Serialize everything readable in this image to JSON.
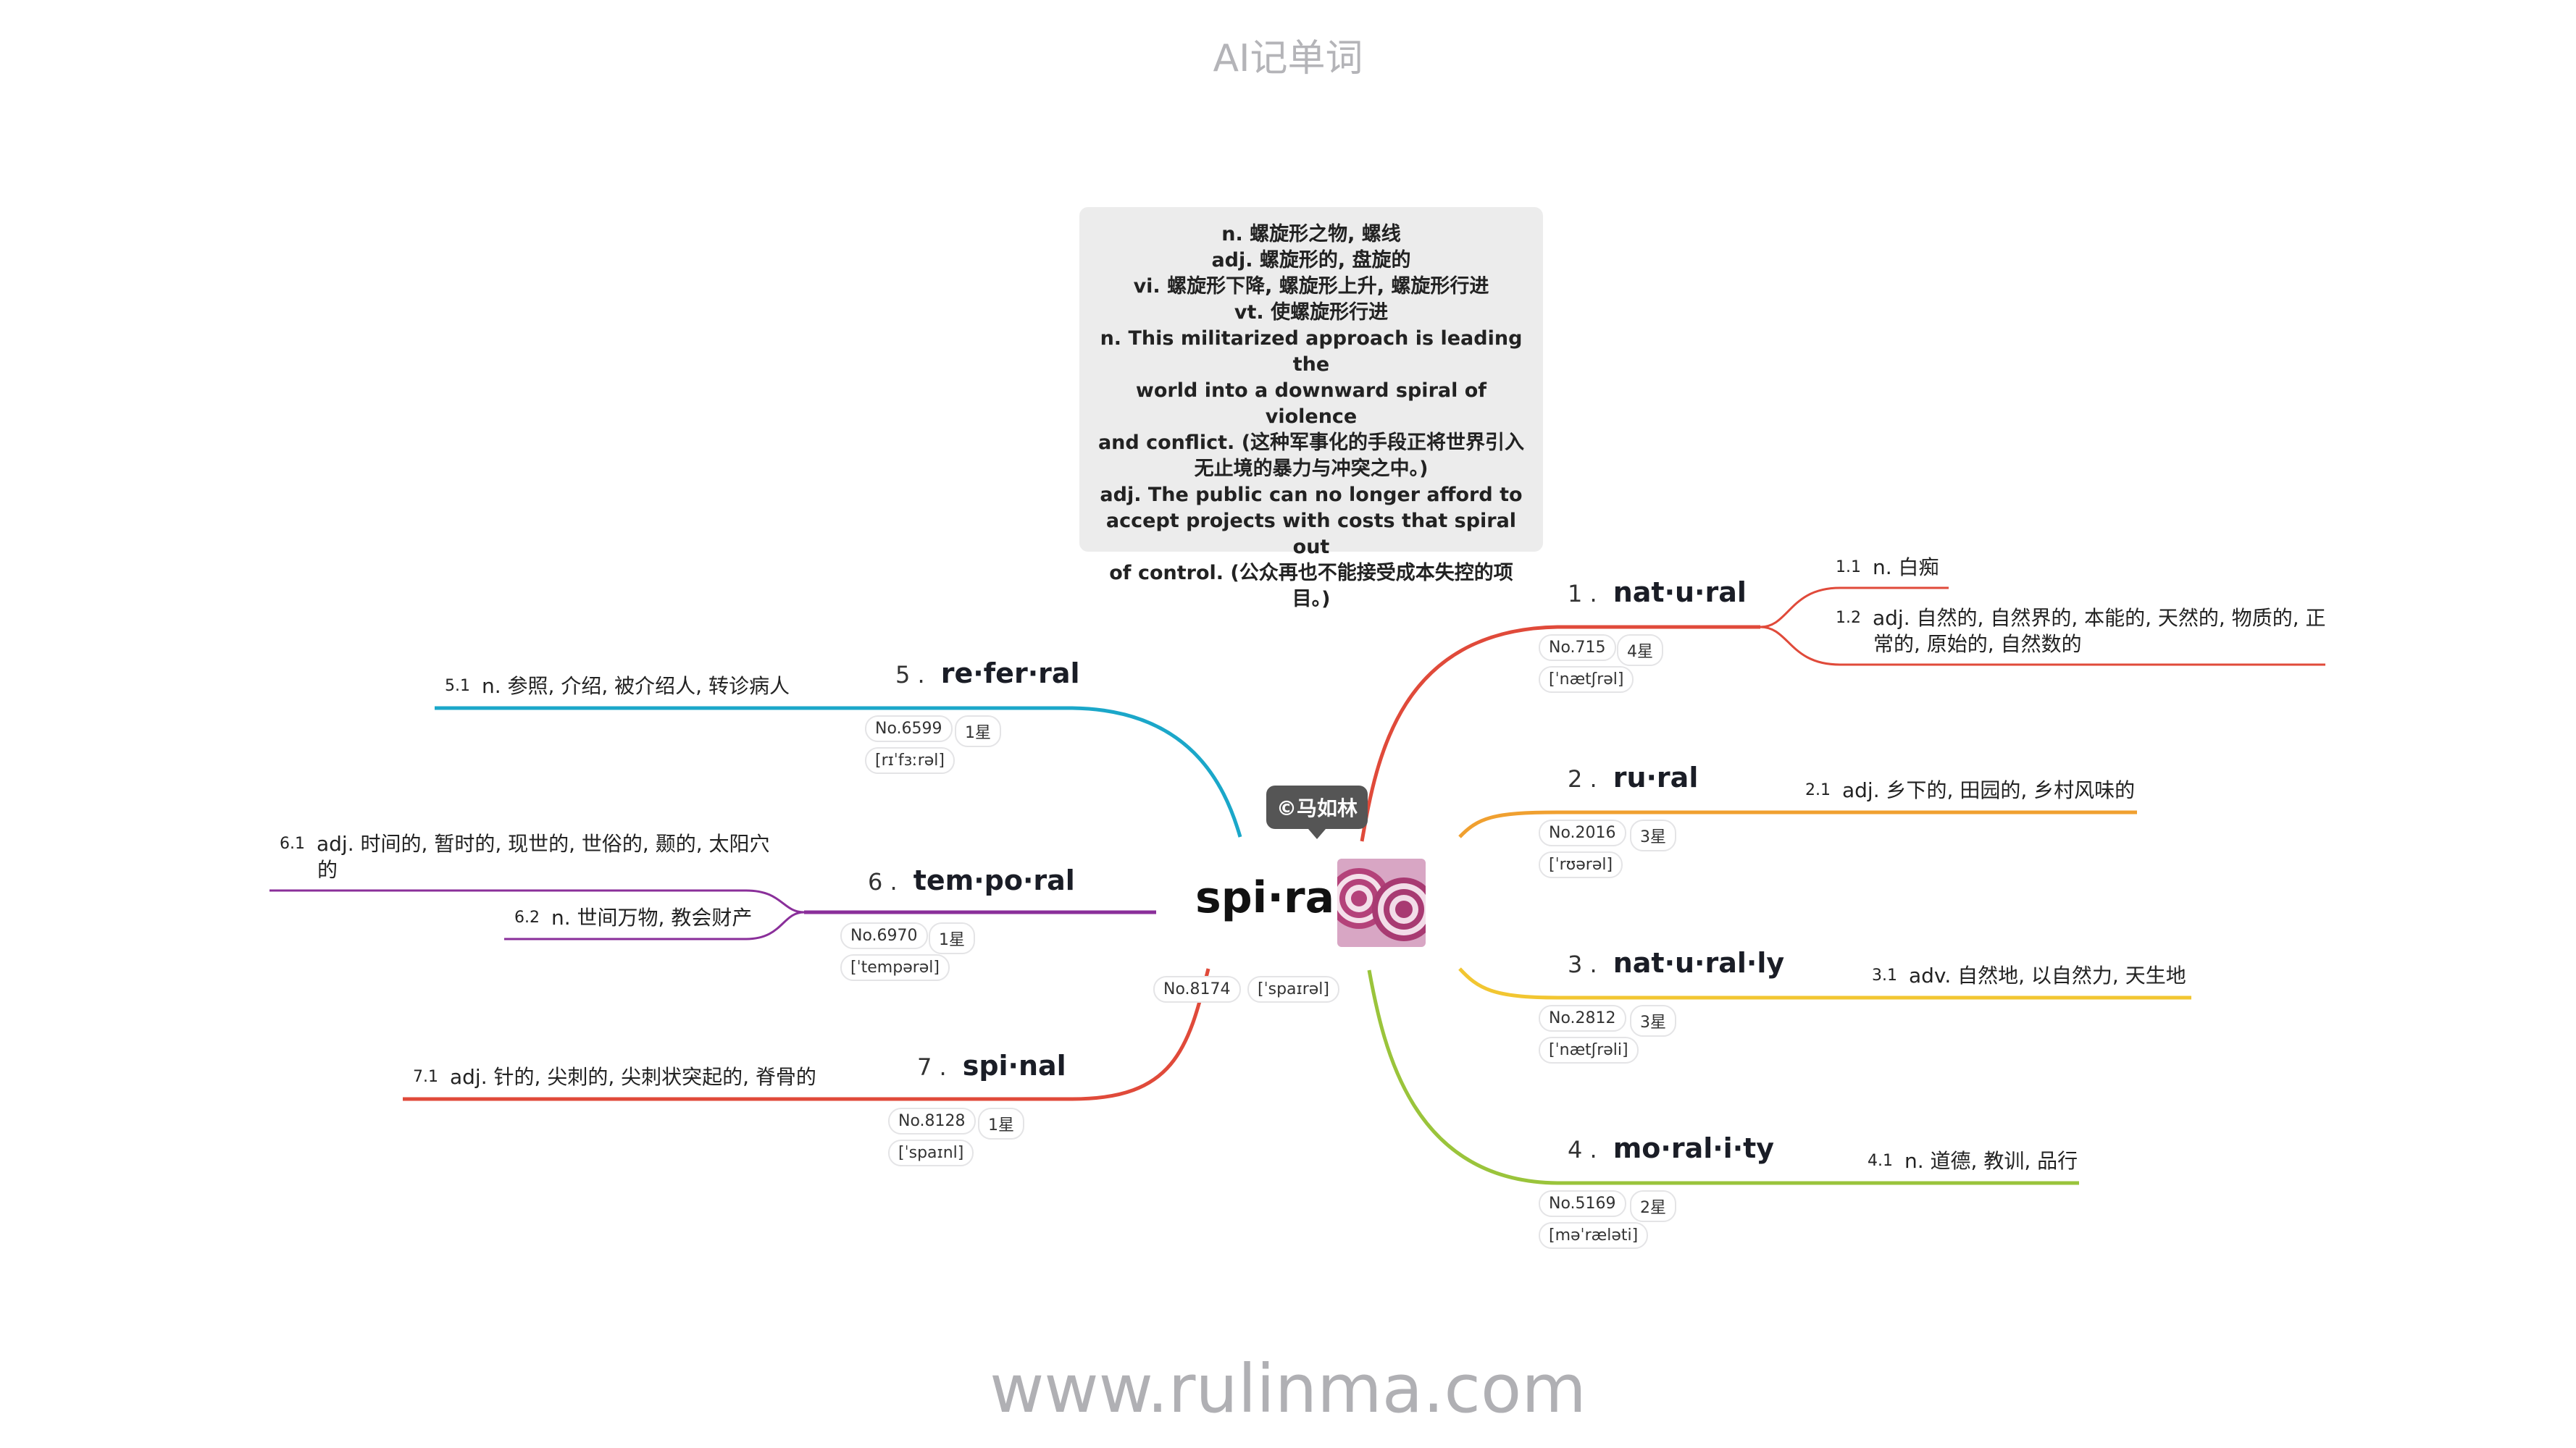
{
  "app_title": "AI记单词",
  "website": "www.rulinma.com",
  "author_tag": "©马如林",
  "center": {
    "word": "spi·ral",
    "number": "No.8174",
    "phonetic": "[ˈspaɪrəl]"
  },
  "definition_lines": [
    "n. 螺旋形之物, 螺线",
    "adj. 螺旋形的, 盘旋的",
    "vi. 螺旋形下降, 螺旋形上升, 螺旋形行进",
    "vt. 使螺旋形行进",
    "n. This militarized approach is leading the",
    "world into a downward spiral of violence",
    "and conflict. (这种军事化的手段正将世界引入",
    "无止境的暴力与冲突之中。)",
    "adj. The public can no longer afford to",
    "accept projects with costs that spiral out",
    "of control. (公众再也不能接受成本失控的项",
    "目。)"
  ],
  "branches": {
    "b1": {
      "num": "1 .",
      "word": "nat·u·ral",
      "number": "No.715",
      "stars": "4星",
      "phonetic": "[ˈnætʃrəl]",
      "color": "#e04a3a",
      "meanings": [
        {
          "sn": "1.1",
          "text": "n. 白痴"
        },
        {
          "sn": "1.2",
          "text": "adj. 自然的, 自然界的, 本能的, 天然的, 物质的, 正",
          "text2": "常的, 原始的, 自然数的"
        }
      ]
    },
    "b2": {
      "num": "2 .",
      "word": "ru·ral",
      "number": "No.2016",
      "stars": "3星",
      "phonetic": "[ˈrʊərəl]",
      "color": "#f0a030",
      "meanings": [
        {
          "sn": "2.1",
          "text": "adj. 乡下的, 田园的, 乡村风味的"
        }
      ]
    },
    "b3": {
      "num": "3 .",
      "word": "nat·u·ral·ly",
      "number": "No.2812",
      "stars": "3星",
      "phonetic": "[ˈnætʃrəli]",
      "color": "#f2c631",
      "meanings": [
        {
          "sn": "3.1",
          "text": "adv. 自然地, 以自然力, 天生地"
        }
      ]
    },
    "b4": {
      "num": "4 .",
      "word": "mo·ral·i·ty",
      "number": "No.5169",
      "stars": "2星",
      "phonetic": "[məˈræləti]",
      "color": "#9ac43b",
      "meanings": [
        {
          "sn": "4.1",
          "text": "n. 道德, 教训, 品行"
        }
      ]
    },
    "b5": {
      "num": "5 .",
      "word": "re·fer·ral",
      "number": "No.6599",
      "stars": "1星",
      "phonetic": "[rɪˈfɜːrəl]",
      "color": "#1ba7c9",
      "meanings": [
        {
          "sn": "5.1",
          "text": "n. 参照, 介绍, 被介绍人, 转诊病人"
        }
      ]
    },
    "b6": {
      "num": "6 .",
      "word": "tem·po·ral",
      "number": "No.6970",
      "stars": "1星",
      "phonetic": "[ˈtempərəl]",
      "color": "#8a2f9a",
      "meanings": [
        {
          "sn": "6.1",
          "text": "adj. 时间的, 暂时的, 现世的, 世俗的, 颞的, 太阳穴",
          "text2": "的"
        },
        {
          "sn": "6.2",
          "text": "n. 世间万物, 教会财产"
        }
      ]
    },
    "b7": {
      "num": "7 .",
      "word": "spi·nal",
      "number": "No.8128",
      "stars": "1星",
      "phonetic": "[ˈspaɪnl]",
      "color": "#e04a3a",
      "meanings": [
        {
          "sn": "7.1",
          "text": "adj. 针的, 尖刺的, 尖刺状突起的, 脊骨的"
        }
      ]
    }
  }
}
